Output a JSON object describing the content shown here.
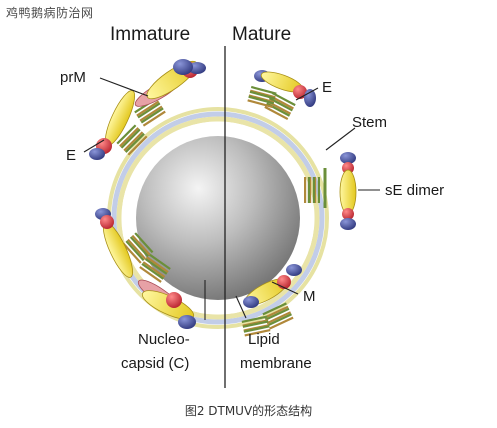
{
  "watermark": "鸡鸭鹅病防治网",
  "headings": {
    "left": "Immature",
    "right": "Mature"
  },
  "labels": {
    "prM": "prM",
    "E_left": "E",
    "E_right": "E",
    "stem": "Stem",
    "sE_dimer": "sE dimer",
    "M": "M",
    "nucleo_line1": "Nucleo-",
    "nucleo_line2": "capsid (C)",
    "lipid_line1": "Lipid",
    "lipid_line2": "membrane"
  },
  "caption": "图2 DTMUV的形态结构",
  "colors": {
    "red_domain": "#d8313c",
    "yellow_domain": "#f2e23a",
    "blue_domain": "#3f4a9a",
    "pink_prM": "#e7a1a6",
    "membrane_yellow": "#ece7a0",
    "membrane_blue": "#b8c4e6",
    "core_gray": "#a9a9a9"
  }
}
